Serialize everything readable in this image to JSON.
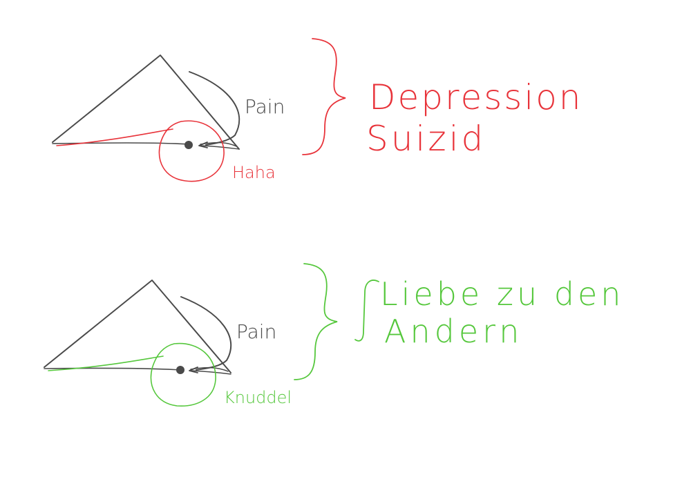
{
  "colors": {
    "ink": "#4a4a4a",
    "red": "#e8333a",
    "green": "#55c73c",
    "background": "#ffffff"
  },
  "sketch_top": {
    "pain_label": "Pain",
    "circle_label": "Haha",
    "brace_text": [
      "Depression",
      "Suizid"
    ],
    "accent": "red"
  },
  "sketch_bottom": {
    "pain_label": "Pain",
    "circle_label": "Knuddel",
    "brace_text": [
      "Liebe zu den",
      "Andern"
    ],
    "accent": "green"
  }
}
